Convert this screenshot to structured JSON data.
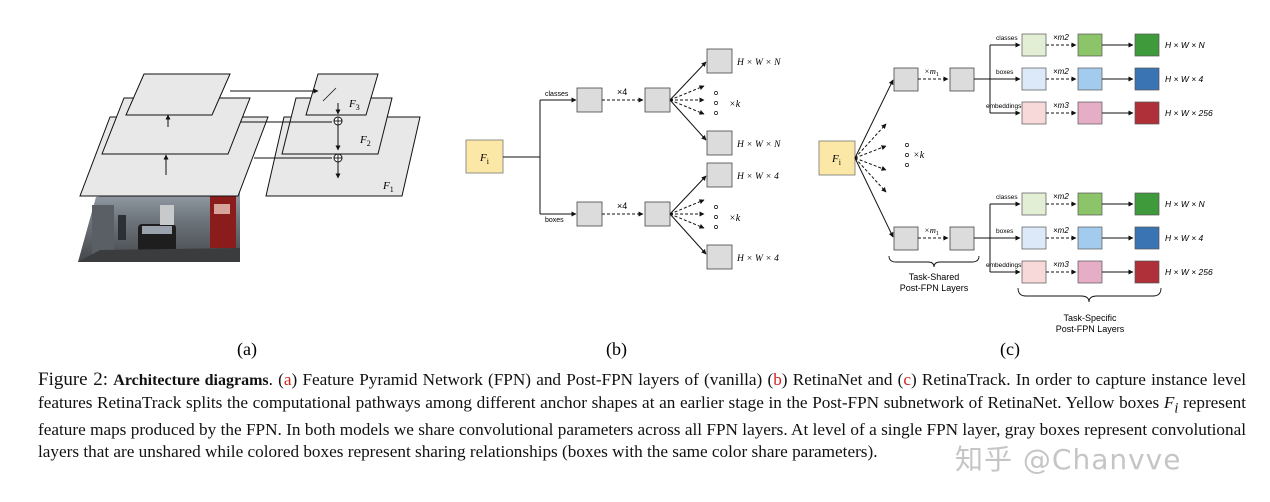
{
  "panels": {
    "a": {
      "label": "(a)",
      "fpn_levels": [
        "F3",
        "F2",
        "F1"
      ],
      "icons": [
        "plus-circle-icon",
        "arrow-icon",
        "street-photo"
      ]
    },
    "b": {
      "label": "(b)",
      "input": "Fi",
      "branch_classes": "classes",
      "branch_boxes": "boxes",
      "repeat": "×4",
      "anchors": "×k",
      "out_classes": "H × W × N",
      "out_boxes": "H × W × 4"
    },
    "c": {
      "label": "(c)",
      "input": "Fi",
      "shared_repeat": "×m1",
      "anchors": "×k",
      "heads": [
        "classes",
        "boxes",
        "embeddings"
      ],
      "head_repeats": [
        "×m2",
        "×m2",
        "×m3"
      ],
      "outputs": [
        "H × W × N",
        "H × W × 4",
        "H × W × 256"
      ],
      "task_shared": [
        "Task-Shared",
        "Post-FPN Layers"
      ],
      "task_specific": [
        "Task-Specific",
        "Post-FPN Layers"
      ]
    }
  },
  "colors": {
    "gray_box": "#dcdcdc",
    "yellow_box": "#fbe8a6",
    "class_light": "#e2efd4",
    "class_dark": "#8cc46a",
    "class_darkest": "#3e9a3a",
    "box_light": "#dbe9f8",
    "box_mid": "#a3cbee",
    "box_dark": "#3a74b3",
    "emb_light": "#f7d9d9",
    "emb_mid": "#e6adc6",
    "emb_dark": "#b0303a",
    "caption_red": "#d4221a"
  },
  "caption": {
    "fig_num": "Figure 2:",
    "title": "Architecture diagrams",
    "p1": ". (",
    "a": "a",
    "p2": ") Feature Pyramid Network (FPN) and Post-FPN layers of (vanilla) (",
    "b": "b",
    "p3": ") RetinaNet and (",
    "c": "c",
    "p4": ") RetinaTrack. In order to capture instance level features RetinaTrack splits the computational pathways among different anchor shapes at an earlier stage in the Post-FPN subnetwork of RetinaNet. Yellow boxes ",
    "fi": "F",
    "fi_sub": "i",
    "p5": " represent feature maps produced by the FPN. In both models we share convolutional parameters across all FPN layers. At level of a single FPN layer, gray boxes represent convolutional layers that are unshared while colored boxes represent sharing relationships (boxes with the same color share parameters)."
  },
  "watermark": "知乎 @Chanvve"
}
